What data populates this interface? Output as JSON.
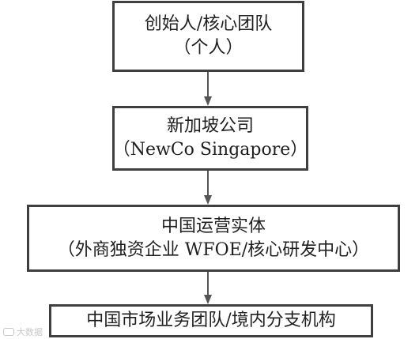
{
  "boxes": [
    {
      "line1": "创始人/核心团队",
      "line2": "（个人）"
    },
    {
      "line1": "新加坡公司",
      "line2": "（NewCo Singapore）"
    },
    {
      "line1": "中国运营实体",
      "line2": "（外商独资企业 WFOE/核心研发中心）"
    },
    {
      "line1": "中国市场业务团队/境内分支机构"
    }
  ],
  "watermark": {
    "text": "大数据"
  },
  "colors": {
    "border": "#3f3f3f",
    "arrow": "#555555",
    "text": "#1f1f1f"
  }
}
